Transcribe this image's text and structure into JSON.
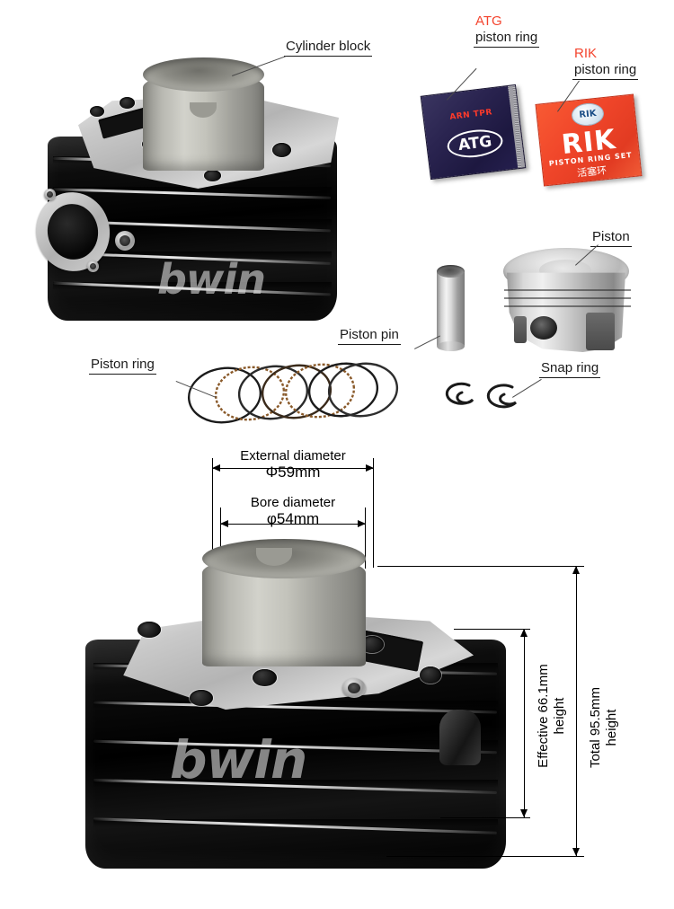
{
  "page": {
    "background": "#ffffff",
    "watermark_text": "bwin",
    "watermark_color": "#d7d7d7"
  },
  "callouts": {
    "cylinder_block": "Cylinder block",
    "atg_brand": "ATG",
    "atg_sub": "piston ring",
    "rik_brand": "RIK",
    "rik_sub": "piston ring",
    "piston": "Piston",
    "piston_pin": "Piston pin",
    "piston_ring": "Piston ring",
    "snap_ring": "Snap ring",
    "brand_color": "#f4442e"
  },
  "boxes": {
    "atg": {
      "top_line": "ARN TPR",
      "logo": "ATG",
      "color": "#262050"
    },
    "rik": {
      "title": "RIK",
      "subtitle": "PISTON RING SET",
      "chinese": "活塞环",
      "seal": "RIK",
      "color": "#f0462a"
    }
  },
  "dimensions": {
    "external_diameter_label": "External diameter",
    "external_diameter_value": "Φ59mm",
    "bore_diameter_label": "Bore diameter",
    "bore_diameter_value": "φ54mm",
    "effective_height": "Effective 66.1mm",
    "effective_height_word": "height",
    "total_height": "Total  95.5mm",
    "total_height_word": "height"
  }
}
